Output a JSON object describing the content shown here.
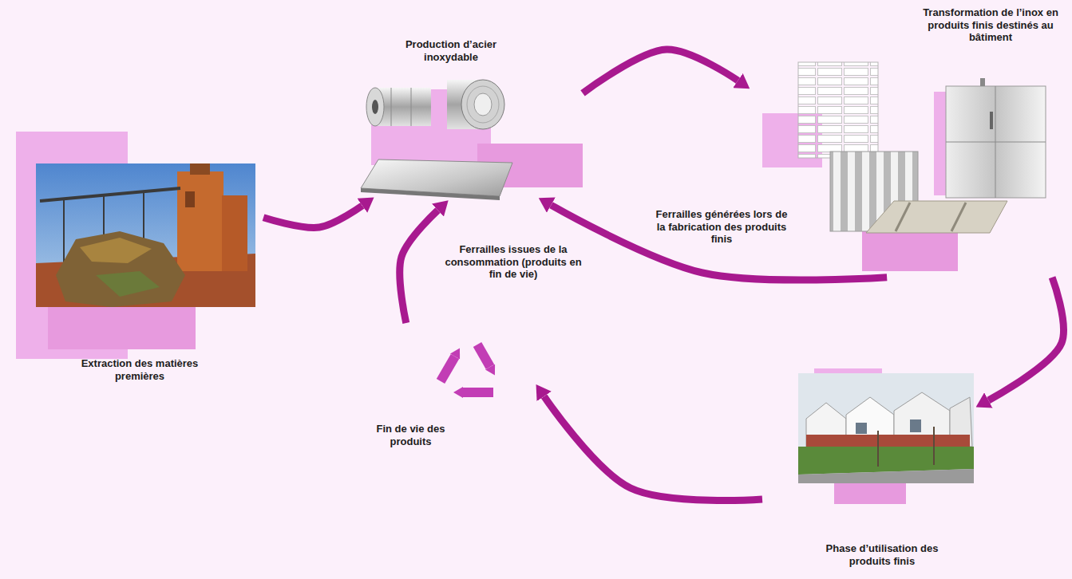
{
  "diagram": {
    "nodes": [
      {
        "text": [
          "Production d’acier inoxydable"
        ]
      },
      {
        "text": [
          "Transformation de l’inox en produits finis destinés au bâtiment"
        ]
      },
      {
        "text": [
          "Extraction des matières premières"
        ]
      },
      {
        "text": [
          "Fin de vie des produits"
        ]
      },
      {
        "text": [
          "Phase d’utilisation des produits finis"
        ]
      }
    ],
    "edges": [
      {
        "from": 2,
        "to": 0,
        "arrow": "to"
      },
      {
        "from": 0,
        "to": 1,
        "arrow": "to"
      },
      {
        "from": 1,
        "to": 0,
        "label": "Ferrailles générées lors de la fabrication des produits finis",
        "arrow": "to"
      },
      {
        "from": 1,
        "to": 4,
        "arrow": "to"
      },
      {
        "from": 4,
        "to": 3,
        "arrow": "to"
      },
      {
        "from": 3,
        "to": 0,
        "label": "Ferrailles issues de la consommation (produits en fin de vie)",
        "arrow": "to"
      }
    ]
  }
}
